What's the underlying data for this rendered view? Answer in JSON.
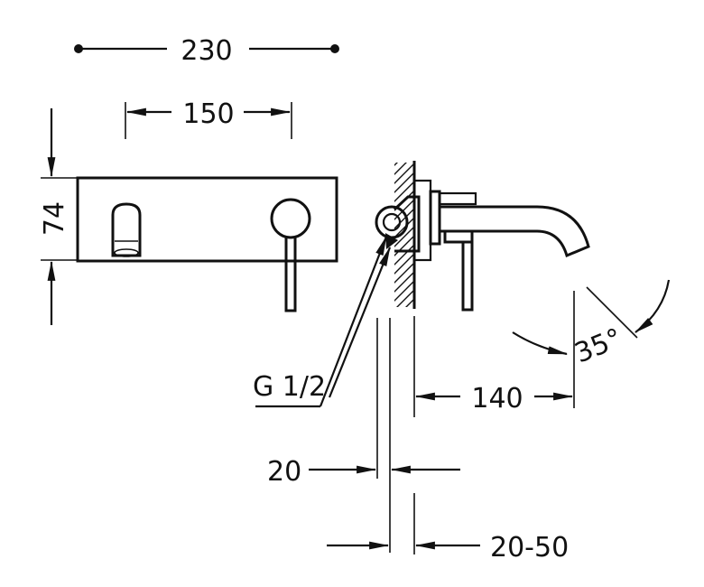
{
  "dimensions": {
    "overall_width": "230",
    "plate_width": "150",
    "plate_height": "74",
    "thread": "G 1/2",
    "spout_projection": "140",
    "angle": "35°",
    "offset": "20",
    "depth_range": "20-50"
  }
}
